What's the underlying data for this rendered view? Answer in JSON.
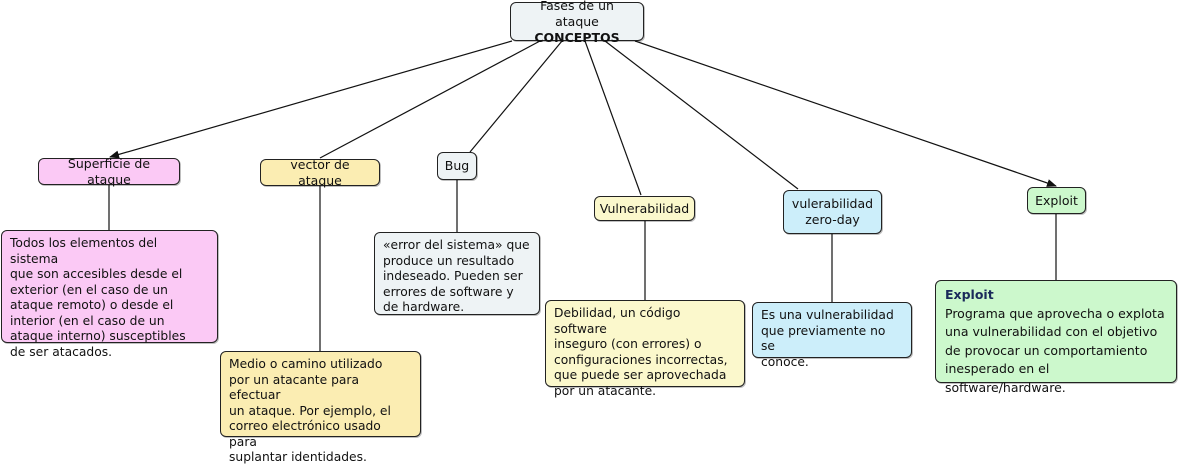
{
  "root": {
    "line1": "Fases de un ataque",
    "line2": "CONCEPTOS"
  },
  "concepts": {
    "superficie": "Superficie de ataque",
    "vector": "vector de ataque",
    "bug": "Bug",
    "vulnerabilidad": "Vulnerabilidad",
    "zero_day": {
      "line1": "vulerabilidad",
      "line2": "zero-day"
    },
    "exploit": "Exploit"
  },
  "descriptions": {
    "superficie": [
      "Todos los elementos del sistema",
      "que son accesibles desde el",
      "exterior (en el caso de un",
      "ataque remoto) o desde el",
      "interior (en el caso de un",
      "ataque interno) susceptibles",
      "de ser atacados."
    ],
    "vector": [
      "Medio o camino utilizado",
      "por un atacante para efectuar",
      "un ataque. Por ejemplo, el",
      "correo electrónico usado para",
      "suplantar identidades."
    ],
    "bug": [
      "«error del sistema» que",
      "produce un resultado",
      "indeseado. Pueden ser",
      "errores de software y",
      "de hardware."
    ],
    "vulnerabilidad": [
      "Debilidad, un código software",
      "inseguro (con errores) o",
      "configuraciones incorrectas,",
      "que puede ser aprovechada",
      "por un atacante."
    ],
    "zero_day": [
      "Es una vulnerabilidad",
      "que previamente no se",
      "conoce."
    ],
    "exploit": {
      "title": "Exploit",
      "lines": [
        "Programa que aprovecha o explota",
        "una vulnerabilidad con el objetivo",
        "de provocar un comportamiento",
        "inesperado en el software/hardware."
      ]
    }
  },
  "colors": {
    "superficie": "#fbc9f5",
    "vector": "#fbedb2",
    "bug": "#eef3f5",
    "vulnerabilidad": "#fbf8cc",
    "zero_day": "#cceefa",
    "exploit": "#ccf8cc",
    "line": "#111111"
  }
}
